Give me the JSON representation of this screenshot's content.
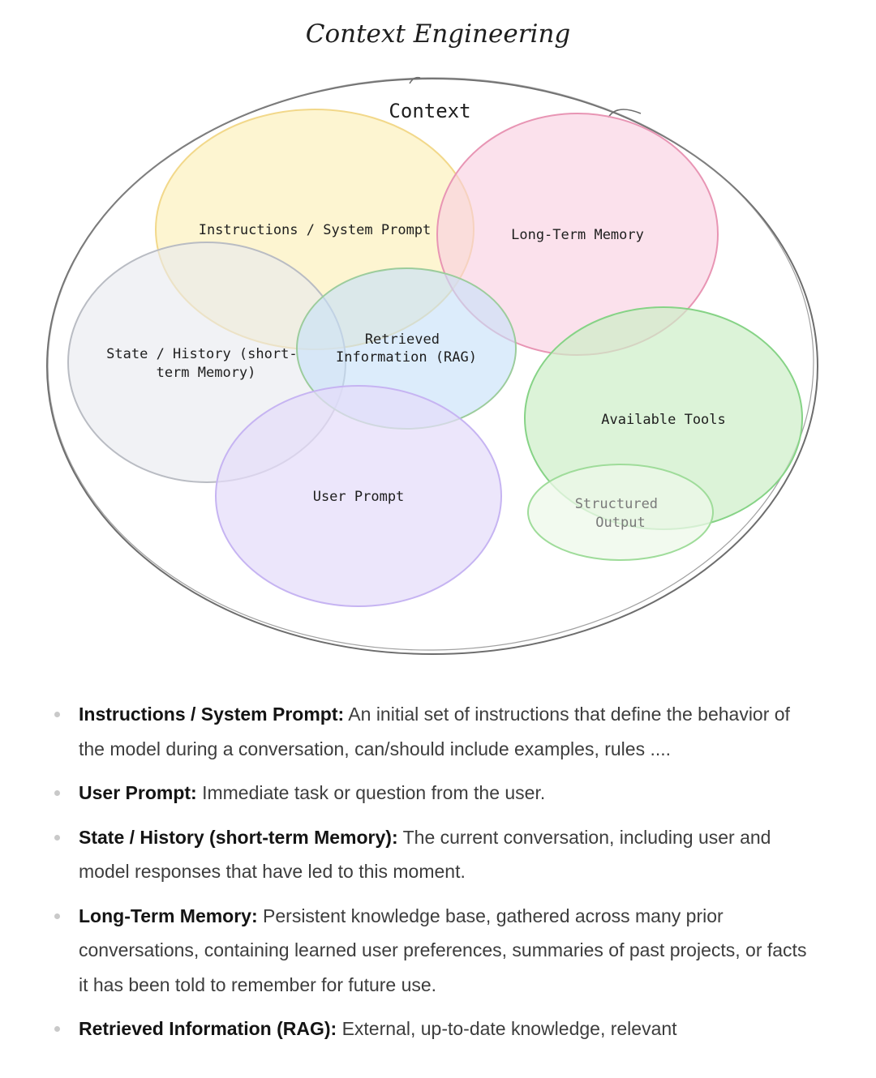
{
  "diagram": {
    "title": "Context Engineering",
    "container_label": "Context",
    "regions": [
      {
        "id": "instructions",
        "label_lines": [
          "Instructions / System Prompt"
        ],
        "fill": "#fcefb4",
        "stroke": "#f2d88a"
      },
      {
        "id": "long-term-memory",
        "label_lines": [
          "Long-Term Memory"
        ],
        "fill": "#f8cfe0",
        "stroke": "#e895b4"
      },
      {
        "id": "state-history",
        "label_lines": [
          "State / History (short-",
          "term Memory)"
        ],
        "fill": "#e7e9ee",
        "stroke": "#b9bcc3"
      },
      {
        "id": "rag",
        "label_lines": [
          "Retrieved",
          "Information (RAG)"
        ],
        "fill": "#c7e0f8",
        "stroke": "#9ccc9c"
      },
      {
        "id": "available-tools",
        "label_lines": [
          "Available Tools"
        ],
        "fill": "#cdeec7",
        "stroke": "#86d386"
      },
      {
        "id": "structured-output",
        "label_lines": [
          "Structured",
          "Output"
        ],
        "fill": "#eef8ea",
        "stroke": "#9fdc9a"
      },
      {
        "id": "user-prompt",
        "label_lines": [
          "User Prompt"
        ],
        "fill": "#e4dcf9",
        "stroke": "#c6b4f2"
      }
    ]
  },
  "notes": [
    {
      "term": "Instructions / System Prompt:",
      "text": " An initial set of instructions that define the behavior of the model during a conversation, can/should include examples, rules ...."
    },
    {
      "term": "User Prompt:",
      "text": " Immediate task or question from the user."
    },
    {
      "term": "State / History (short-term Memory):",
      "text": " The current conversation, including user and model responses that have led to this moment."
    },
    {
      "term": "Long-Term Memory:",
      "text": " Persistent knowledge base, gathered across many prior conversations, containing learned user preferences, summaries of past projects, or facts it has been told to remember for future use."
    },
    {
      "term": "Retrieved Information (RAG):",
      "text": " External, up-to-date knowledge, relevant"
    }
  ]
}
